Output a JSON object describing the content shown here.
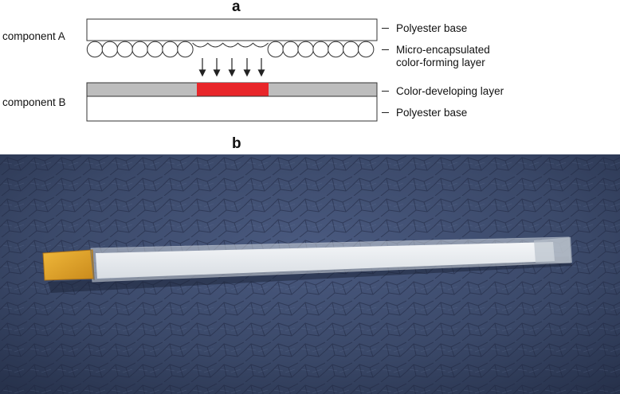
{
  "panel_a": {
    "letter": "a",
    "component_a_label": "component A",
    "component_b_label": "component B",
    "layers": {
      "top_base": "Polyester base",
      "capsule_layer_line1": "Micro-encapsulated",
      "capsule_layer_line2": "color-forming layer",
      "developing_layer": "Color-developing layer",
      "bottom_base": "Polyester base"
    },
    "colors": {
      "developed_color": "#e8262a",
      "developing_layer_gray": "#bdbdbd"
    }
  },
  "panel_b": {
    "letter": "b",
    "description_colors": {
      "background": "#3b4a6b",
      "strip": "#e9ecef",
      "tab": "#e0a52a"
    }
  }
}
